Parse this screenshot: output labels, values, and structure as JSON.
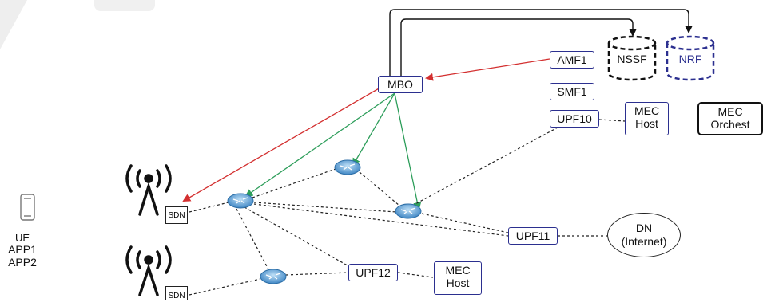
{
  "diagram": {
    "nodes": {
      "mbo": "MBO",
      "amf1": "AMF1",
      "smf1": "SMF1",
      "upf10": "UPF10",
      "upf11": "UPF11",
      "upf12": "UPF12",
      "nssf": "NSSF",
      "nrf": "NRF",
      "mec_host_top": [
        "MEC",
        "Host"
      ],
      "mec_host_bottom": [
        "MEC",
        "Host"
      ],
      "mec_orchest": [
        "MEC",
        "Orchest"
      ],
      "dn": [
        "DN",
        "(Internet)"
      ],
      "sdn_top": "SDN",
      "sdn_bottom": "SDN"
    },
    "ue": {
      "label": "UE",
      "apps": [
        "APP1",
        "APP2"
      ]
    },
    "colors": {
      "nf_border": "#2b2f8f",
      "nrf": "#2b2f8f",
      "control_arrow": "#d32f2f",
      "flow_arrow": "#2e9e5b",
      "router": "#5a9bd4"
    }
  }
}
